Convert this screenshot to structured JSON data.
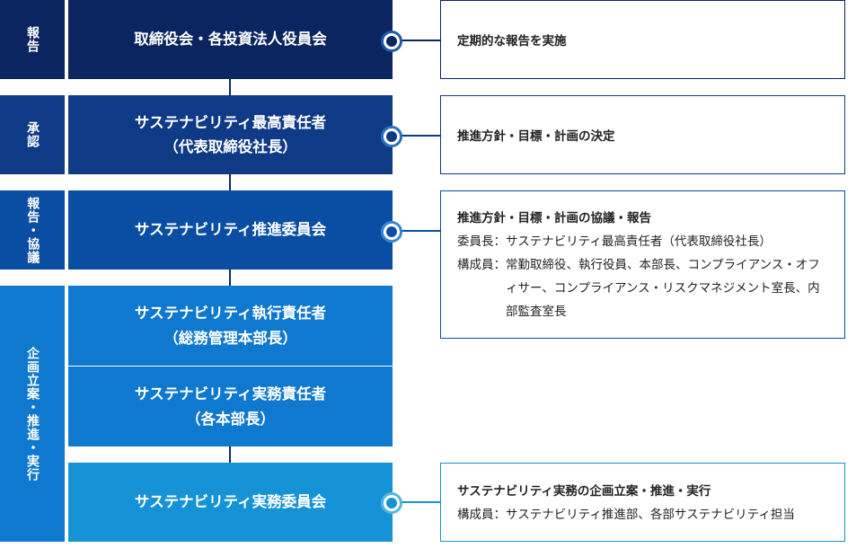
{
  "side_labels": {
    "report": "報告",
    "approve": "承認",
    "report_consult": [
      "報告・",
      "協議"
    ],
    "plan_execute": "企画立案・推進・実行"
  },
  "boxes": {
    "board": [
      "取締役会・各投資法人役員会"
    ],
    "cso": [
      "サステナビリティ最高責任者",
      "（代表取締役社長）"
    ],
    "committee": [
      "サステナビリティ推進委員会"
    ],
    "executive": [
      "サステナビリティ執行責任者",
      "（総務管理本部長）"
    ],
    "practical": [
      "サステナビリティ実務責任者",
      "（各本部長）"
    ],
    "working_committee": [
      "サステナビリティ実務委員会"
    ]
  },
  "notes": {
    "board": {
      "title": "定期的な報告を実施"
    },
    "cso": {
      "title": "推進方針・目標・計画の決定"
    },
    "committee": {
      "title": "推進方針・目標・計画の協議・報告",
      "chair_label": "委員長：",
      "chair_value": "サステナビリティ最高責任者（代表取締役社長）",
      "members_label": "構成員：",
      "members_value": "常勤取締役、執行役員、本部長、コンプライアンス・オフィサー、コンプライアンス・リスクマネジメント室長、内部監査室長"
    },
    "working_committee": {
      "title": "サステナビリティ実務の企画立案・推進・実行",
      "members_label": "構成員：",
      "members_value": "サステナビリティ推進部、各部サステナビリティ担当"
    }
  },
  "colors": {
    "navy_dark": "#0b2560",
    "navy": "#0e3a86",
    "blue_mid": "#0a5cb8",
    "blue": "#0f78cf",
    "blue_light": "#1593d6",
    "connector": "#0b2a66"
  }
}
